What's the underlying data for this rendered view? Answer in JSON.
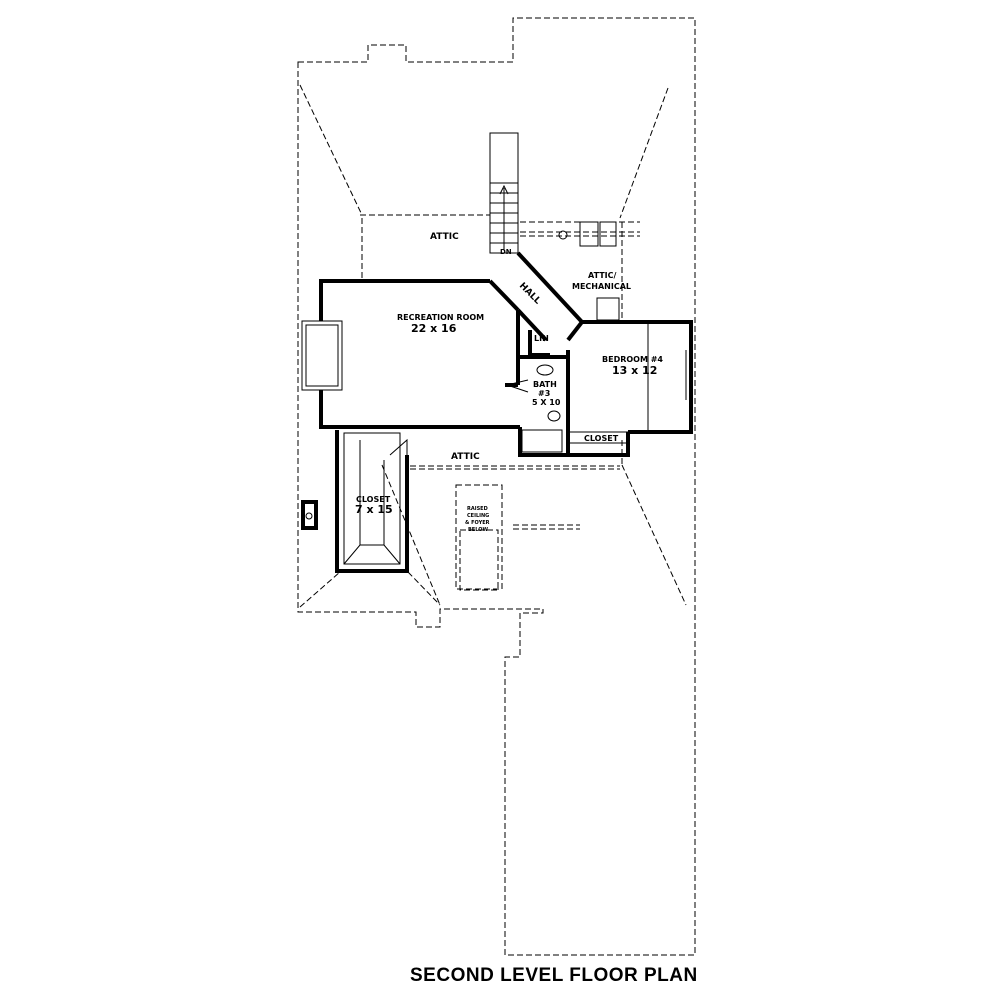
{
  "plan": {
    "title": "SECOND LEVEL FLOOR PLAN",
    "rooms": {
      "recreation": {
        "name": "RECREATION ROOM",
        "size": "22 x 16"
      },
      "bedroom4": {
        "name": "BEDROOM #4",
        "size": "13 x 12"
      },
      "bath3": {
        "name": "BATH",
        "number": "#3",
        "size": "5 X 10"
      },
      "closet_large": {
        "name": "CLOSET",
        "size": "7 x 15"
      },
      "closet_small": {
        "name": "CLOSET"
      },
      "linen": {
        "name": "LIN"
      },
      "hall": {
        "name": "HALL"
      },
      "attic_top": {
        "name": "ATTIC"
      },
      "attic_mid": {
        "name": "ATTIC"
      },
      "attic_mech": {
        "line1": "ATTIC/",
        "line2": "MECHANICAL"
      },
      "stair": {
        "name": "DN"
      },
      "raised_ceiling": {
        "line1": "RAISED",
        "line2": "CEILING",
        "line3": "& FOYER",
        "line4": "BELOW"
      }
    }
  }
}
